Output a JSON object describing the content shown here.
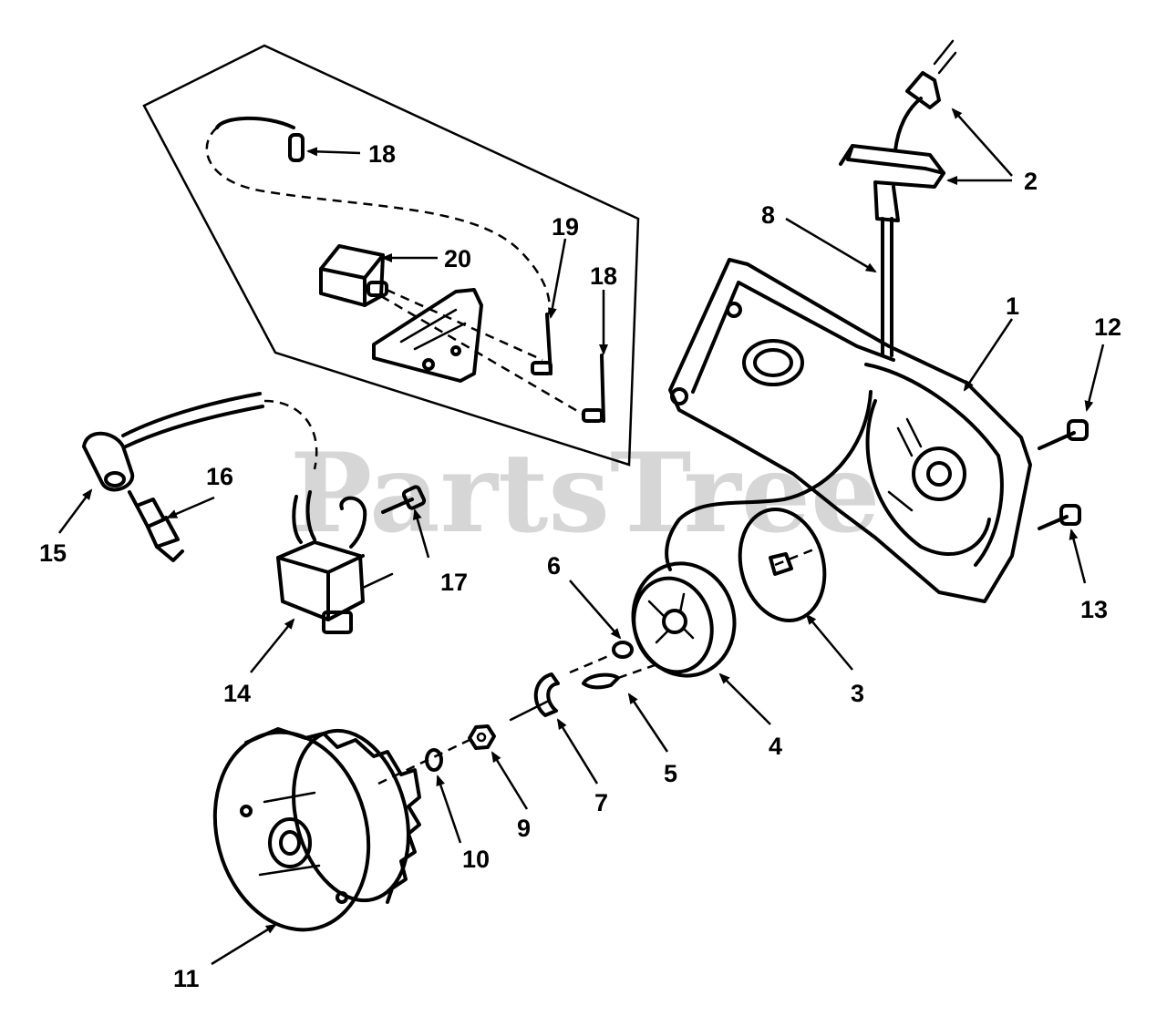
{
  "watermark": "PartsTree",
  "callouts": [
    "1",
    "2",
    "3",
    "4",
    "5",
    "6",
    "7",
    "8",
    "9",
    "10",
    "11",
    "12",
    "13",
    "14",
    "15",
    "16",
    "17",
    "18",
    "19",
    "20"
  ],
  "callout_18_second": "18"
}
